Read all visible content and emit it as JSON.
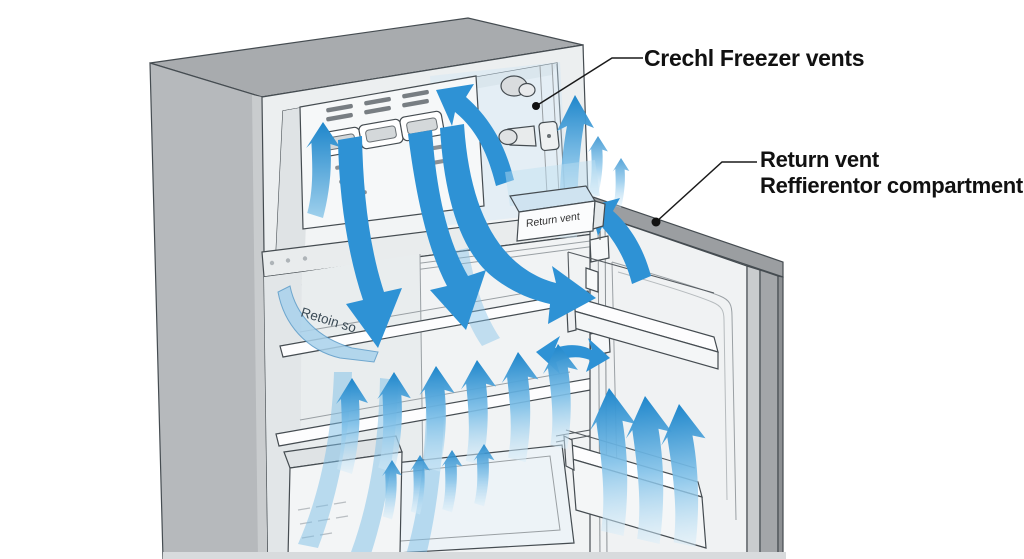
{
  "labels": {
    "freezer_vents": {
      "text": "Crechl Freezer vents"
    },
    "return_vent": {
      "line1": "Return vent",
      "line2": "Reffierentor compartment"
    }
  },
  "inline_text": {
    "return_vent_box": "Return vent",
    "return_ribbon": "Retoin so"
  },
  "colors": {
    "background": "#ffffff",
    "arrow_blue": "#2e92d5",
    "arrow_light_blue": "#7fc0e8",
    "cabinet_gray": "#a8abae",
    "cabinet_side_gray": "#b6b9bc",
    "interior_white": "#f1f3f4",
    "outline": "#454c51",
    "label_text": "#111111"
  },
  "parts": [
    "freezer-compartment",
    "freezer-vent-grille",
    "freezer-air-vents",
    "light-fixture",
    "damper-control",
    "divider-panel",
    "return-vent-box",
    "refrigerator-compartment",
    "glass-shelf",
    "crisper-drawer",
    "crisper-cover",
    "refrigerator-door",
    "door-bin-upper",
    "door-bin-lower",
    "airflow-arrows"
  ]
}
